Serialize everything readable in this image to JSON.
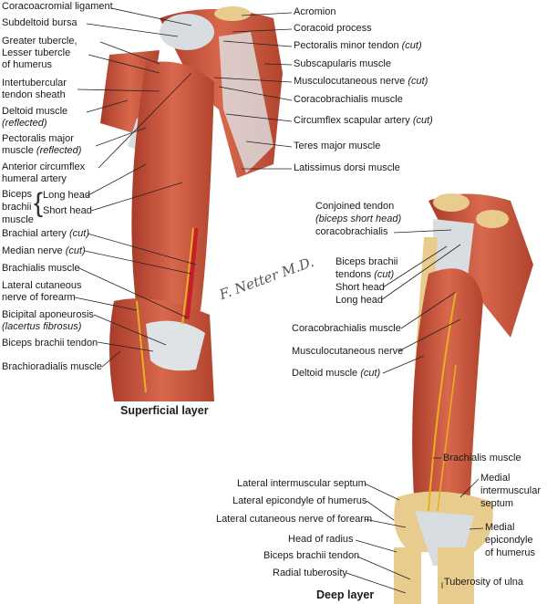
{
  "superficial": {
    "caption": "Superficial layer",
    "left_labels": [
      [
        "Coracoacromial ligament"
      ],
      [
        "Subdeltoid bursa"
      ],
      [
        "Greater tubercle,"
      ],
      [
        "Lesser tubercle"
      ],
      [
        "of humerus"
      ],
      [
        "Intertubercular"
      ],
      [
        "tendon sheath"
      ],
      [
        "Deltoid muscle"
      ],
      [
        "(reflected)"
      ],
      [
        "Pectoralis major"
      ],
      [
        "muscle ",
        "(reflected)"
      ],
      [
        "Anterior circumflex"
      ],
      [
        "humeral artery"
      ],
      [
        "Biceps"
      ],
      [
        "brachii"
      ],
      [
        "muscle"
      ],
      [
        "Long head"
      ],
      [
        "Short head"
      ],
      [
        "Brachial artery ",
        "(cut)"
      ],
      [
        "Median nerve ",
        "(cut)"
      ],
      [
        "Brachialis muscle"
      ],
      [
        "Lateral cutaneous"
      ],
      [
        "nerve of forearm"
      ],
      [
        "Bicipital aponeurosis"
      ],
      [
        "(lacertus fibrosus)"
      ],
      [
        "Biceps brachii tendon"
      ],
      [
        "Brachioradialis muscle"
      ]
    ],
    "right_labels": [
      [
        "Acromion"
      ],
      [
        "Coracoid process"
      ],
      [
        "Pectoralis minor tendon ",
        "(cut)"
      ],
      [
        "Subscapularis muscle"
      ],
      [
        "Musculocutaneous nerve ",
        "(cut)"
      ],
      [
        "Coracobrachialis muscle"
      ],
      [
        "Circumflex scapular artery ",
        "(cut)"
      ],
      [
        "Teres major muscle"
      ],
      [
        "Latissimus dorsi muscle"
      ]
    ]
  },
  "deep": {
    "caption": "Deep layer",
    "labels": [
      [
        "Conjoined tendon"
      ],
      [
        "(biceps short head)"
      ],
      [
        "coracobrachialis"
      ],
      [
        "Biceps brachii"
      ],
      [
        "tendons ",
        "(cut)"
      ],
      [
        "Short head"
      ],
      [
        "Long head"
      ],
      [
        "Coracobrachialis muscle"
      ],
      [
        "Musculocutaneous nerve"
      ],
      [
        "Deltoid muscle ",
        "(cut)"
      ],
      [
        "Brachialis muscle"
      ],
      [
        "Lateral intermuscular septum"
      ],
      [
        "Lateral epicondyle of humerus"
      ],
      [
        "Lateral cutaneous nerve of forearm"
      ],
      [
        "Head of radius"
      ],
      [
        "Biceps brachii tendon"
      ],
      [
        "Radial tuberosity"
      ],
      [
        "Medial"
      ],
      [
        "intermuscular"
      ],
      [
        "septum"
      ],
      [
        "Medial"
      ],
      [
        "epicondyle"
      ],
      [
        "of humerus"
      ],
      [
        "Tuberosity of ulna"
      ]
    ]
  },
  "signature": "F. Netter M.D.",
  "colors": {
    "muscle": "#c9553f",
    "muscle_dark": "#a63a2a",
    "bone": "#e8cc8e",
    "tendon": "#d8dde2",
    "nerve": "#e8b020",
    "artery": "#c8202a"
  }
}
